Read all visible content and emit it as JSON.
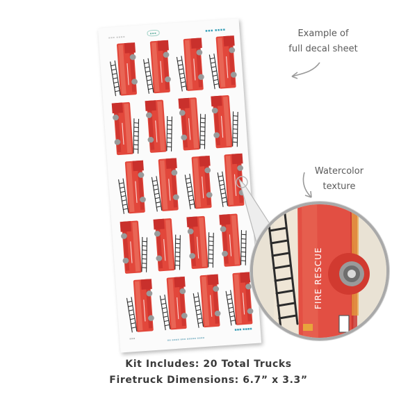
{
  "annotations": {
    "decal_sheet_line1": "Example of",
    "decal_sheet_line2": "full decal sheet",
    "texture_line1": "Watercolor",
    "texture_line2": "texture"
  },
  "truck_label": "FIRE RESCUE",
  "truck_count": 20,
  "caption": {
    "line1": "Kit Includes: 20 Total Trucks",
    "line2": "Firetruck Dimensions: 6.7” x 3.3”"
  },
  "colors": {
    "truck_red": "#e2473b",
    "truck_dark_red": "#c9302c",
    "ladder": "#2b2b2b",
    "wheel_grey": "#9a9a9a",
    "caption_text": "#3a3a3a",
    "note_text": "#5a5a5a"
  },
  "icons": {
    "annotation_arrow": "curved-arrow-icon",
    "magnifier": "zoom-circle-icon"
  }
}
